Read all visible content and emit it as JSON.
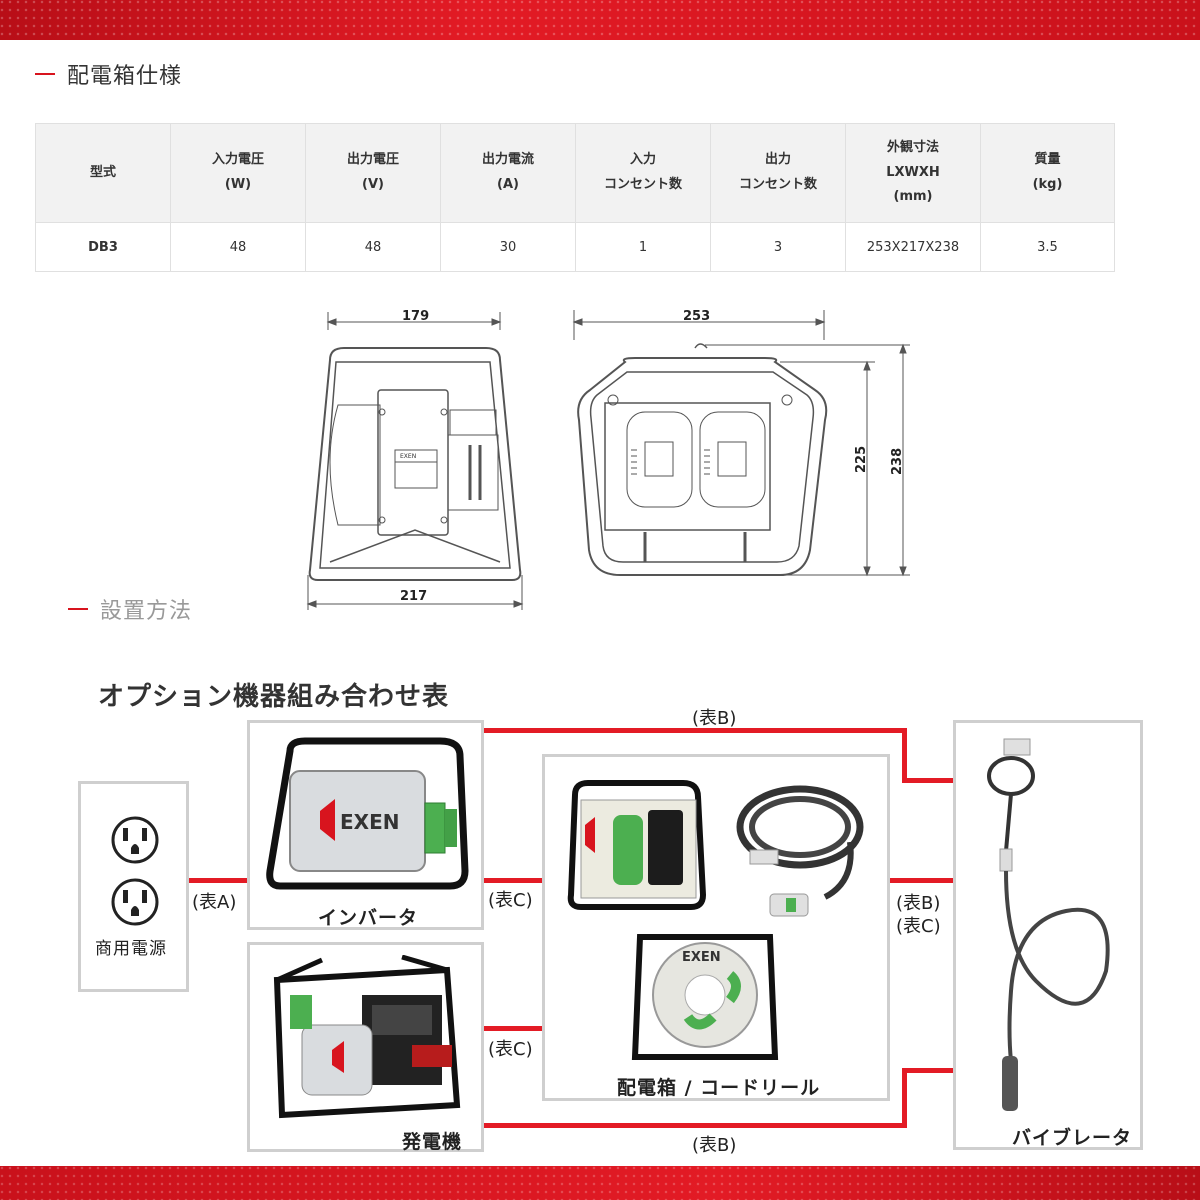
{
  "sections": {
    "spec_title": "配電箱仕様",
    "install_title": "設置方法"
  },
  "spec_table": {
    "headers": [
      "型式",
      "入力電圧\n(W)",
      "出力電圧\n(V)",
      "出力電流\n(A)",
      "入力\nコンセント数",
      "出力\nコンセント数",
      "外観寸法\nLXWXH\n(mm)",
      "質量\n(kg)"
    ],
    "rows": [
      [
        "DB3",
        "48",
        "48",
        "30",
        "1",
        "3",
        "253X217X238",
        "3.5"
      ]
    ]
  },
  "drawing": {
    "side_top": "179",
    "side_bottom": "217",
    "front_top": "253",
    "front_h1": "225",
    "front_h2": "238",
    "nameplate_brand": "EXEN"
  },
  "combination": {
    "title": "オプション機器組み合わせ表",
    "commercial_power": "商用電源",
    "inverter": "インバータ",
    "generator": "発電機",
    "distribution": "配電箱 / コードリール",
    "vibrator": "バイブレータ",
    "brand": "EXEN",
    "labels": {
      "a": "(表A)",
      "c1": "(表C)",
      "c2": "(表C)",
      "b_top": "(表B)",
      "b_mid": "(表B)",
      "c_mid": "(表C)",
      "b_bottom": "(表B)"
    }
  },
  "colors": {
    "accent": "#e31b25",
    "box_border": "#cfcfcf",
    "header_bg": "#f2f2f2"
  }
}
